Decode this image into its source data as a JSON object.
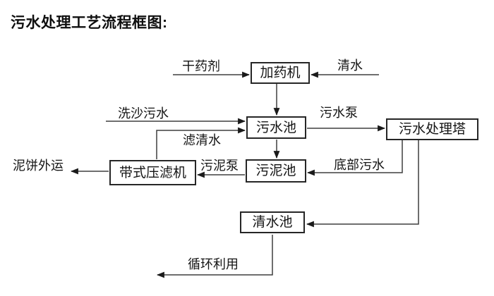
{
  "title": "污水处理工艺流程框图:",
  "diagram": {
    "nodes": {
      "dosing_machine": "加药机",
      "sewage_pool": "污水池",
      "treatment_tower": "污水处理塔",
      "sludge_pool": "污泥池",
      "belt_filter_press": "带式压滤机",
      "clean_water_pool": "清水池"
    },
    "flow_labels": {
      "dry_agent": "干药剂",
      "clean_water": "清水",
      "sand_washing_sewage": "洗沙污水",
      "sewage_pump": "污水泵",
      "filtered_clean_water": "滤清水",
      "mud_cake_transport": "泥饼外运",
      "sludge_pump": "污泥泵",
      "bottom_sewage": "底部污水",
      "recycling_use": "循环利用"
    },
    "edges": [
      {
        "from": "dry_agent_input",
        "to": "dosing_machine",
        "label": "干药剂"
      },
      {
        "from": "clean_water_input",
        "to": "dosing_machine",
        "label": "清水"
      },
      {
        "from": "dosing_machine",
        "to": "sewage_pool",
        "label": ""
      },
      {
        "from": "sand_washing_sewage_input",
        "to": "sewage_pool",
        "label": "洗沙污水"
      },
      {
        "from": "belt_filter_press",
        "to": "sewage_pool",
        "label": "滤清水"
      },
      {
        "from": "sewage_pool",
        "to": "treatment_tower",
        "label": "污水泵"
      },
      {
        "from": "sewage_pool",
        "to": "sludge_pool",
        "label": ""
      },
      {
        "from": "treatment_tower",
        "to": "sludge_pool",
        "label": "底部污水"
      },
      {
        "from": "sludge_pool",
        "to": "belt_filter_press",
        "label": "污泥泵"
      },
      {
        "from": "belt_filter_press",
        "to": "mud_cake_out",
        "label": "泥饼外运"
      },
      {
        "from": "treatment_tower",
        "to": "clean_water_pool",
        "label": ""
      },
      {
        "from": "clean_water_pool",
        "to": "recycling_out",
        "label": "循环利用"
      }
    ],
    "colors": {
      "line": "#3f3f3f",
      "text": "#141414",
      "background": "#ffffff"
    }
  }
}
